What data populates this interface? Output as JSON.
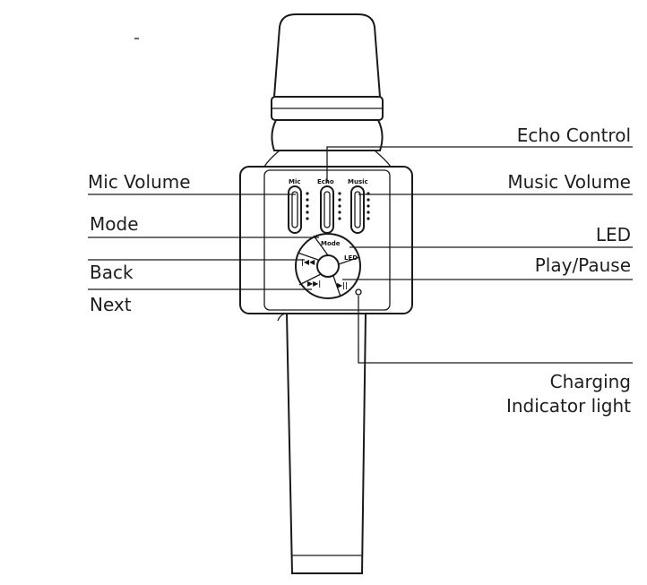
{
  "callouts": {
    "echo_control": "Echo Control",
    "mic_volume": "Mic Volume",
    "music_volume": "Music Volume",
    "mode": "Mode",
    "led": "LED",
    "back": "Back",
    "play_pause": "Play/Pause",
    "next": "Next",
    "charging_line1": "Charging",
    "charging_line2": "Indicator light"
  },
  "device_labels": {
    "mic": "Mic",
    "echo": "Echo",
    "music": "Music",
    "mode": "Mode",
    "led": "LED",
    "back_glyph": "|◀◀",
    "next_glyph": "▶▶|",
    "play_glyph": "▶||"
  }
}
